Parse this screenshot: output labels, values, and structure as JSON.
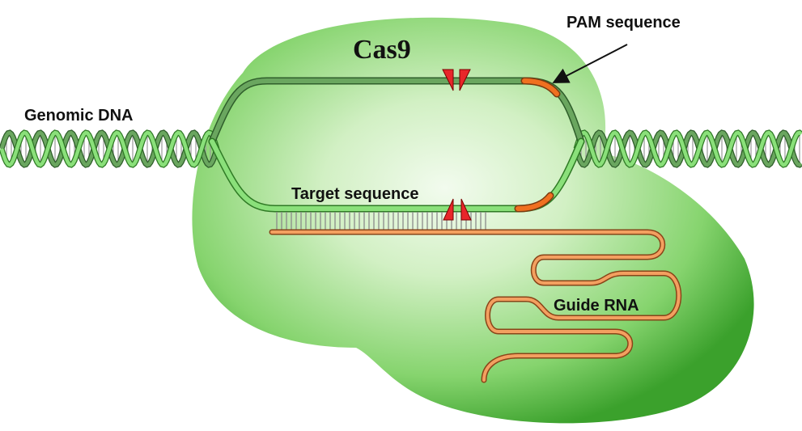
{
  "labels": {
    "protein": "Cas9",
    "pam": "PAM sequence",
    "genomic": "Genomic DNA",
    "target": "Target sequence",
    "guide": "Guide RNA"
  },
  "colors": {
    "protein_light": "#e8f8e0",
    "protein_dark": "#3aa82e",
    "dna_dark_strand": "#4e8a48",
    "dna_light_strand": "#7ad66a",
    "rna": "#e8873a",
    "pam": "#f07020",
    "cut_marker": "#e8262a"
  }
}
